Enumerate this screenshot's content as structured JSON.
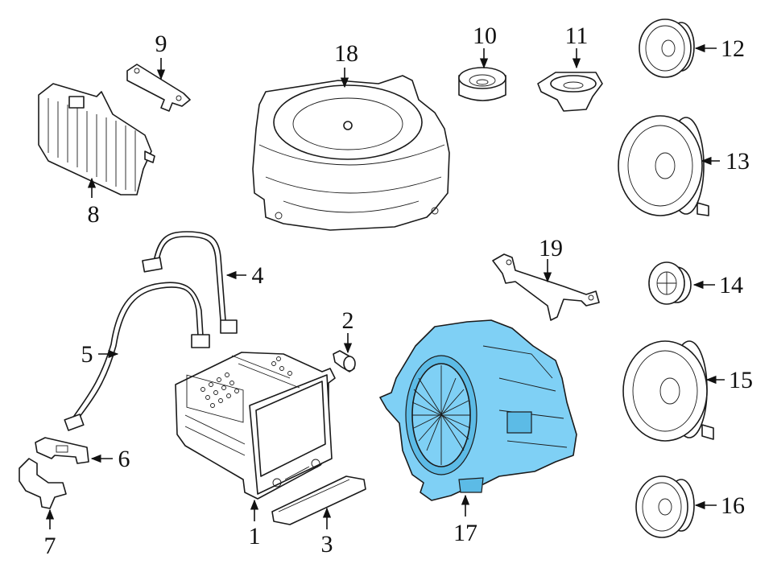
{
  "diagram": {
    "highlight_color": "#7fd0f5",
    "line_color": "#1a1a1a",
    "callouts": [
      {
        "id": "1",
        "label": "1"
      },
      {
        "id": "2",
        "label": "2"
      },
      {
        "id": "3",
        "label": "3"
      },
      {
        "id": "4",
        "label": "4"
      },
      {
        "id": "5",
        "label": "5"
      },
      {
        "id": "6",
        "label": "6"
      },
      {
        "id": "7",
        "label": "7"
      },
      {
        "id": "8",
        "label": "8"
      },
      {
        "id": "9",
        "label": "9"
      },
      {
        "id": "10",
        "label": "10"
      },
      {
        "id": "11",
        "label": "11"
      },
      {
        "id": "12",
        "label": "12"
      },
      {
        "id": "13",
        "label": "13"
      },
      {
        "id": "14",
        "label": "14"
      },
      {
        "id": "15",
        "label": "15"
      },
      {
        "id": "16",
        "label": "16"
      },
      {
        "id": "17",
        "label": "17"
      },
      {
        "id": "18",
        "label": "18"
      },
      {
        "id": "19",
        "label": "19"
      }
    ],
    "highlighted_part": "17"
  }
}
